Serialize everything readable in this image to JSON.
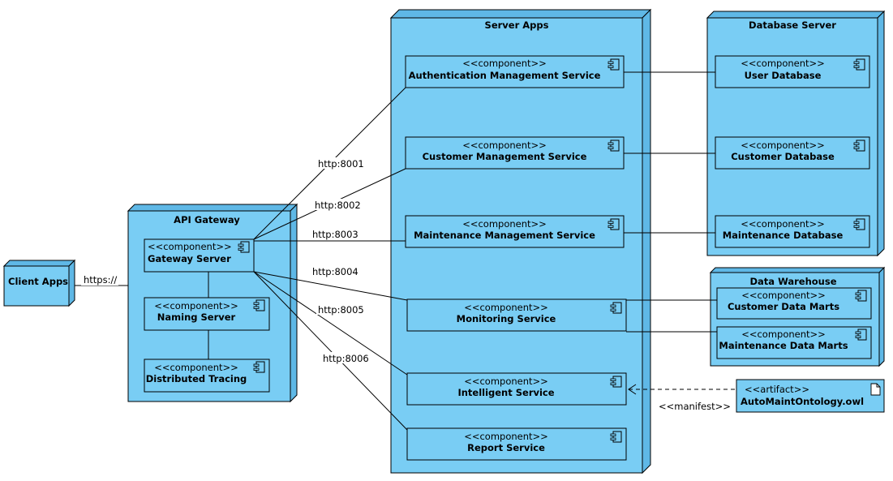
{
  "nodes": {
    "client": {
      "title": "Client Apps"
    },
    "gateway": {
      "title": "API Gateway"
    },
    "server": {
      "title": "Server Apps"
    },
    "db": {
      "title": "Database Server"
    },
    "dw": {
      "title": "Data Warehouse"
    }
  },
  "stereotype": "<<component>>",
  "artifact_stereotype": "<<artifact>>",
  "components": {
    "gateway_server": "Gateway Server",
    "naming_server": "Naming Server",
    "distributed_tracing": "Distributed Tracing",
    "auth_service": "Authentication Management Service",
    "customer_service": "Customer Management Service",
    "maintenance_service": "Maintenance Management Service",
    "monitoring_service": "Monitoring Service",
    "intelligent_service": "Intelligent Service",
    "report_service": "Report Service",
    "user_db": "User Database",
    "customer_db": "Customer Database",
    "maintenance_db": "Maintenance Database",
    "customer_marts": "Customer Data Marts",
    "maintenance_marts": "Maintenance Data Marts",
    "ontology": "AutoMaintOntology.owl"
  },
  "labels": {
    "https": "https://",
    "p8001": "http:8001",
    "p8002": "http:8002",
    "p8003": "http:8003",
    "p8004": "http:8004",
    "p8005": "http:8005",
    "p8006": "http:8006",
    "manifest": "<<manifest>>"
  }
}
